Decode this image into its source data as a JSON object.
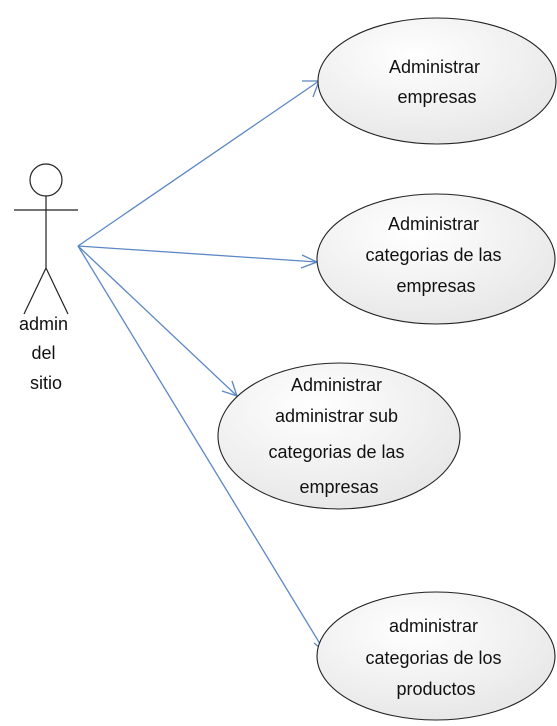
{
  "diagram": {
    "actor": {
      "label_lines": [
        "admin",
        "del",
        "sitio"
      ]
    },
    "use_cases": [
      {
        "id": "uc1",
        "lines": [
          "Administrar",
          "empresas"
        ]
      },
      {
        "id": "uc2",
        "lines": [
          "Administrar",
          "categorias de las",
          "empresas"
        ]
      },
      {
        "id": "uc3",
        "lines": [
          "Administrar",
          "administrar sub",
          "categorias de las",
          "empresas"
        ]
      },
      {
        "id": "uc4",
        "lines": [
          "administrar",
          "categorias de los",
          "productos"
        ]
      }
    ],
    "colors": {
      "association_line": "#5b87c5",
      "ellipse_fill_top": "#ffffff",
      "ellipse_fill_bottom": "#e9e9e9",
      "ellipse_stroke": "#222222",
      "actor_stroke": "#222222"
    }
  }
}
